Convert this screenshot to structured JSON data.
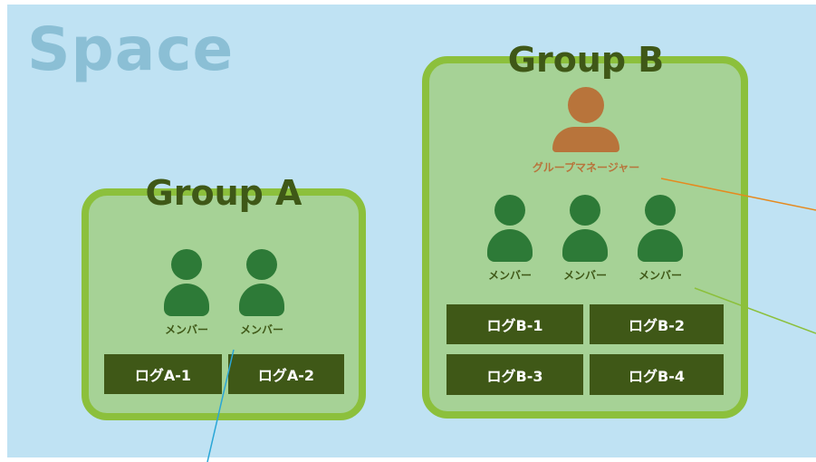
{
  "space": {
    "title": "Space",
    "background_color": "#bfe2f3",
    "title_color": "#8bbfd5"
  },
  "groups": {
    "a": {
      "title": "Group A",
      "members": [
        "メンバー",
        "メンバー"
      ],
      "logs": [
        "ログA-1",
        "ログA-2"
      ]
    },
    "b": {
      "title": "Group B",
      "manager": "グループマネージャー",
      "members": [
        "メンバー",
        "メンバー",
        "メンバー"
      ],
      "logs": [
        "ログB-1",
        "ログB-2",
        "ログB-3",
        "ログB-4"
      ]
    }
  },
  "colors": {
    "group_fill": "#a6d296",
    "group_border": "#8cc03c",
    "title_text": "#3f5817",
    "member_icon": "#2d7a37",
    "manager_icon": "#b8743b",
    "log_box": "#3f5817",
    "connector_blue": "#2aa6d6",
    "connector_orange": "#e58a1f",
    "connector_green": "#8cc03c"
  },
  "icons": {
    "member": "person-icon",
    "manager": "manager-icon"
  }
}
